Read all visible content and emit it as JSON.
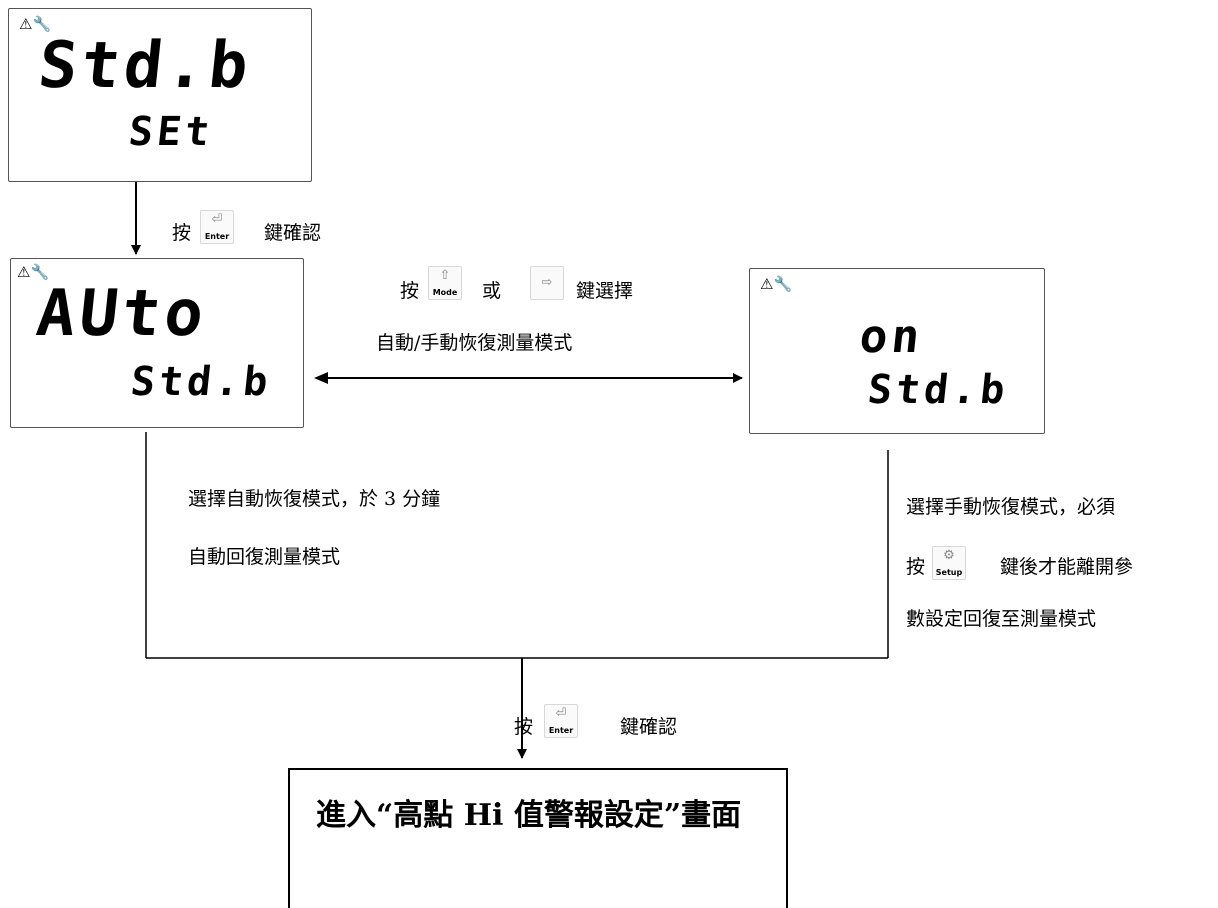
{
  "screens": {
    "stdb_set": {
      "icons": "⚠🔧",
      "line1": "Std.b",
      "line2": "SEt"
    },
    "auto_stdb": {
      "icons": "⚠🔧",
      "line1": "AUto",
      "line2": "Std.b"
    },
    "on_stdb": {
      "icons": "⚠🔧",
      "line1": "on",
      "line2": "Std.b"
    }
  },
  "keys": {
    "enter": {
      "label": "Enter",
      "icon": "enter-icon"
    },
    "mode": {
      "label": "Mode",
      "icon": "home-arrow-icon"
    },
    "right": {
      "label": "",
      "icon": "right-arrow-icon"
    },
    "setup": {
      "label": "Setup",
      "icon": "wrench-icon"
    }
  },
  "labels": {
    "press": "按",
    "confirm": "鍵確認",
    "or": "或",
    "select": "鍵選擇",
    "toggle_desc": "自動/手動恢復測量模式",
    "auto_desc_1": "選擇自動恢復模式，於 3 分鐘",
    "auto_desc_2": "自動回復測量模式",
    "manual_desc_1": "選擇手動恢復模式，必須",
    "manual_desc_2_suffix": "鍵後才能離開參",
    "manual_desc_3": "數設定回復至測量模式",
    "final": "進入“高點 Hi 值警報設定”畫面"
  }
}
